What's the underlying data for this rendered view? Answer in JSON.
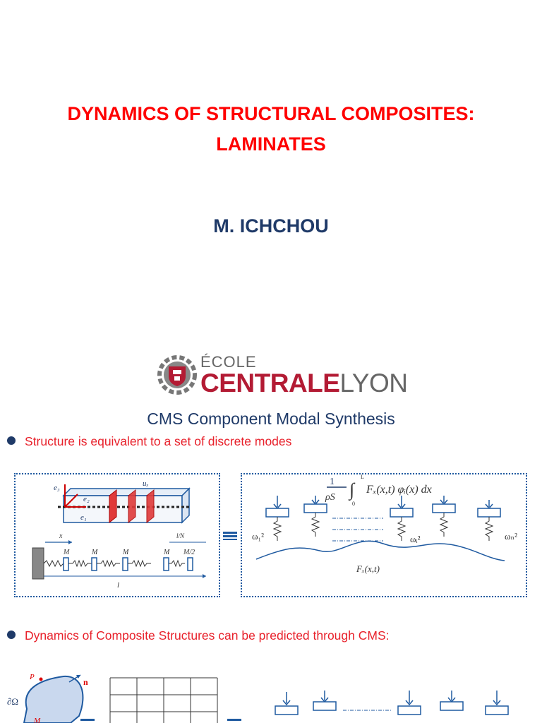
{
  "title": {
    "line1": "DYNAMICS OF STRUCTURAL COMPOSITES:",
    "line2": "LAMINATES"
  },
  "author": "M. ICHCHOU",
  "logo": {
    "ecole": "ÉCOLE",
    "centrale": "CENTRALE",
    "lyon": "LYON"
  },
  "slide": {
    "title": "CMS Component Modal Synthesis",
    "bullets": [
      "Structure is equivalent to a set of discrete modes",
      "Dynamics of Composite Structures can be predicted through CMS:"
    ]
  },
  "colors": {
    "title_red": "#ff0000",
    "navy": "#1f3a68",
    "bullet_red": "#e8212b",
    "diagram_blue": "#1f5aa0",
    "logo_red": "#b31b34"
  }
}
